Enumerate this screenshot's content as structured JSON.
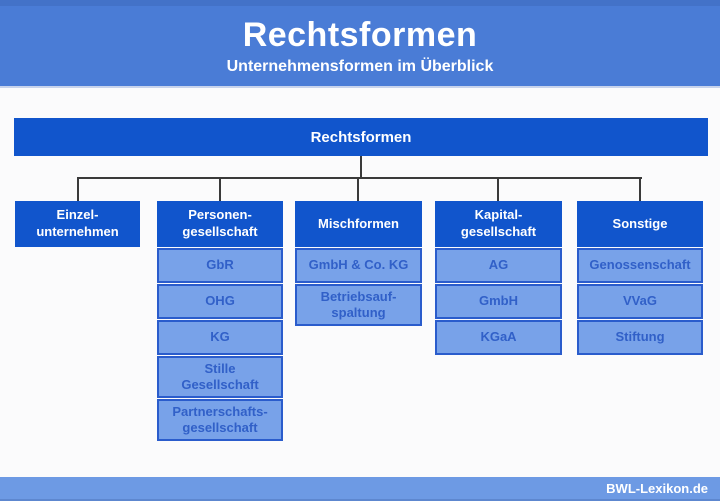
{
  "banner": {
    "title": "Rechtsformen",
    "subtitle": "Unternehmensformen im Überblick"
  },
  "tree": {
    "root": "Rechtsformen",
    "columns": [
      {
        "header": "Einzel-\nunternehmen",
        "items": []
      },
      {
        "header": "Personen-\ngesellschaft",
        "items": [
          "GbR",
          "OHG",
          "KG",
          "Stille\nGesellschaft",
          "Partnerschafts-\ngesellschaft"
        ]
      },
      {
        "header": "Mischformen",
        "items": [
          "GmbH & Co. KG",
          "Betriebsauf-\nspaltung"
        ]
      },
      {
        "header": "Kapital-\ngesellschaft",
        "items": [
          "AG",
          "GmbH",
          "KGaA"
        ]
      },
      {
        "header": "Sonstige",
        "items": [
          "Genossenschaft",
          "VVaG",
          "Stiftung"
        ]
      }
    ]
  },
  "footer": {
    "brand": "BWL-Lexikon.de"
  },
  "colors": {
    "banner_bg": "#4a7cd6",
    "banner_top": "#4372c8",
    "banner_edge": "#c7d3ec",
    "node_primary": "#1155cc",
    "node_light_fill": "#78a2e9",
    "node_light_border": "#2a5ccc",
    "node_light_text": "#3160c8",
    "line_color": "#3a3a3a",
    "footer_bg": "#6d9ae4",
    "footer_edge": "#5d87cf",
    "canvas_bg": "#fbfbfc",
    "text_white": "#ffffff"
  }
}
